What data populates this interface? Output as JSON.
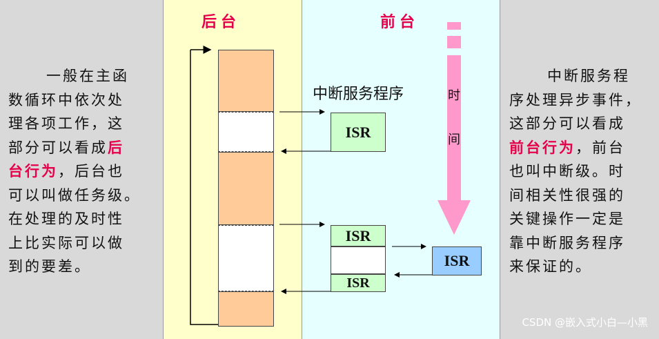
{
  "left_text": {
    "line1": "一般在主函",
    "line2": "数循环中依次处",
    "line3": "理各项工作，这",
    "line4_pre": "部分可以看成",
    "line4_hl": "后",
    "line5_hl": "台行为",
    "line5_post": "，后台也",
    "line6": "可以叫做任务级。",
    "line7": "在处理的及时性",
    "line8": "上比实际可以做",
    "line9": "到的要差。"
  },
  "background_title": "后台",
  "foreground_title": "前台",
  "isr_label": "中断服务程序",
  "isr": {
    "box1": "ISR",
    "box2": "ISR",
    "box3": "ISR",
    "box4": "ISR"
  },
  "time_arrow": {
    "char1": "时",
    "char2": "间"
  },
  "right_text": {
    "line1": "中断服务程",
    "line2": "序处理异步事件，",
    "line3": "这部分可以看成",
    "line4_hl": "前台行为",
    "line4_post": "，前台",
    "line5": "也叫中断级。时",
    "line6": "间相关性很强的",
    "line7": "关键操作一定是",
    "line8": "靠中断服务程序",
    "line9": "来保证的。"
  },
  "watermark": "CSDN @嵌入式小白—小黑",
  "colors": {
    "highlight": "#e6004c",
    "background_panel": "#ffffcc",
    "foreground_panel": "#e6ffff",
    "task_block": "#ffcc99",
    "isr_box": "#ccffcc",
    "nested_isr_box": "#99ccff",
    "time_arrow": "#ff99cc"
  }
}
